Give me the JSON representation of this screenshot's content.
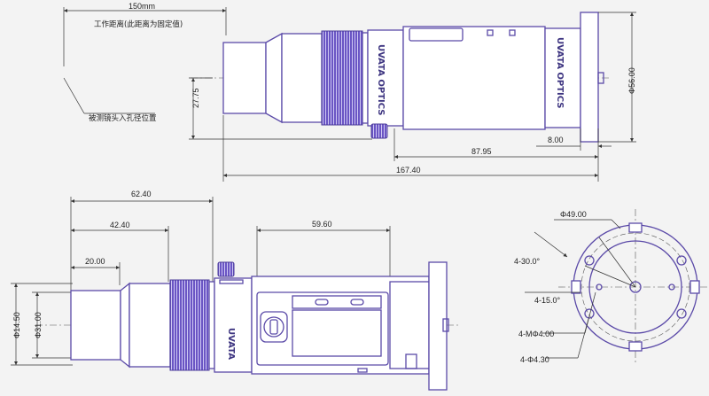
{
  "top_view": {
    "working_distance_value": "150mm",
    "working_distance_note": "工作距离(此距离为固定值)",
    "entrance_note": "被测镜头入孔径位置",
    "dim_height": "27.75",
    "dim_flange": "8.00",
    "dim_body": "87.95",
    "dim_total": "167.40",
    "dim_diameter": "Φ56.00",
    "brand_a": "UVATA  OPTICS",
    "brand_b": "UVATA  OPTICS"
  },
  "front_view": {
    "dim_a": "62.40",
    "dim_b": "42.40",
    "dim_c": "20.00",
    "dim_d": "59.60",
    "dia_outer": "Φ14.50",
    "dia_inner": "Φ31.00",
    "brand": "UVATA"
  },
  "flange_view": {
    "bolt_circle": "Φ49.00",
    "angle_a": "4-30.0°",
    "angle_b": "4-15.0°",
    "threads": "4-MΦ4.00",
    "holes": "4-Φ4.30"
  },
  "colors": {
    "outline": "#5b4aa8",
    "knurl": "#4b3b9a",
    "dimension": "#333333"
  }
}
